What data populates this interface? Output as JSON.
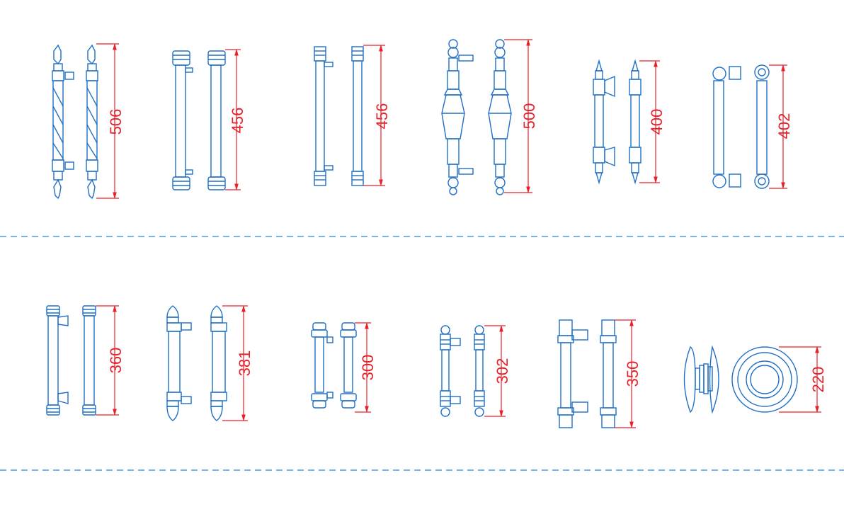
{
  "colors": {
    "outline": "#1f6fc8",
    "dimension": "#e8202a",
    "separator": "#2a86d8"
  },
  "rows": [
    {
      "items": [
        {
          "label": "506"
        },
        {
          "label": "456"
        },
        {
          "label": "456"
        },
        {
          "label": "500"
        },
        {
          "label": "400"
        },
        {
          "label": "402"
        }
      ]
    },
    {
      "items": [
        {
          "label": "360"
        },
        {
          "label": "381"
        },
        {
          "label": "300"
        },
        {
          "label": "302"
        },
        {
          "label": "350"
        },
        {
          "label": "220"
        }
      ]
    }
  ]
}
